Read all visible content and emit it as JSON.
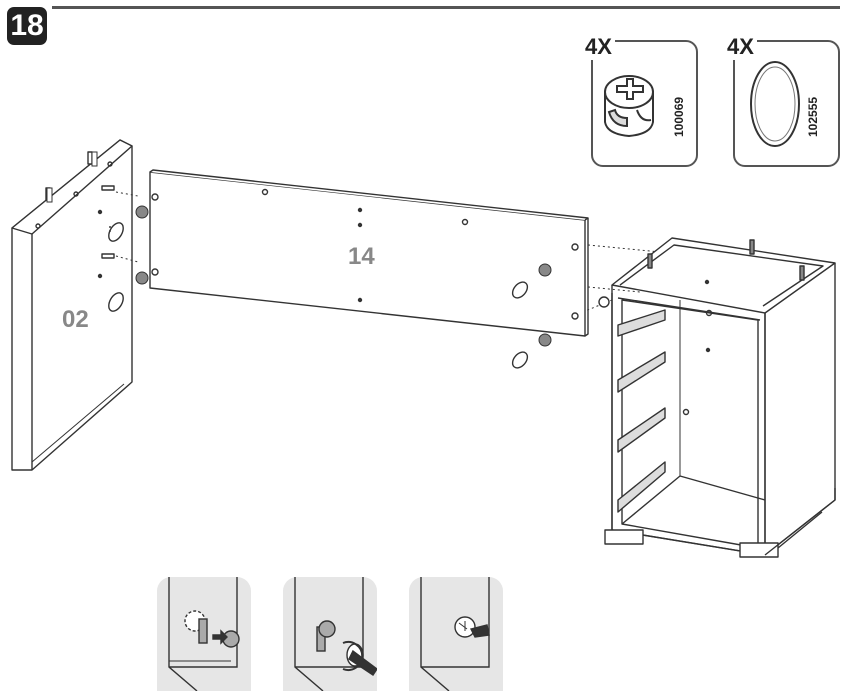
{
  "step": {
    "number": "18"
  },
  "parts": [
    {
      "quantity": "4X",
      "code": "100069",
      "icon": "cam-lock-fitting-icon"
    },
    {
      "quantity": "4X",
      "code": "102555",
      "icon": "cover-cap-icon"
    }
  ],
  "panels": [
    {
      "label": "02"
    },
    {
      "label": "14"
    }
  ],
  "detail_icons": [
    "insert-cam-lock-icon",
    "tighten-cam-lock-icon",
    "attach-cover-cap-icon"
  ],
  "colors": {
    "line": "#333333",
    "badge": "#222222",
    "label_gray": "#888888",
    "detail_bg": "#e6e6e6"
  }
}
